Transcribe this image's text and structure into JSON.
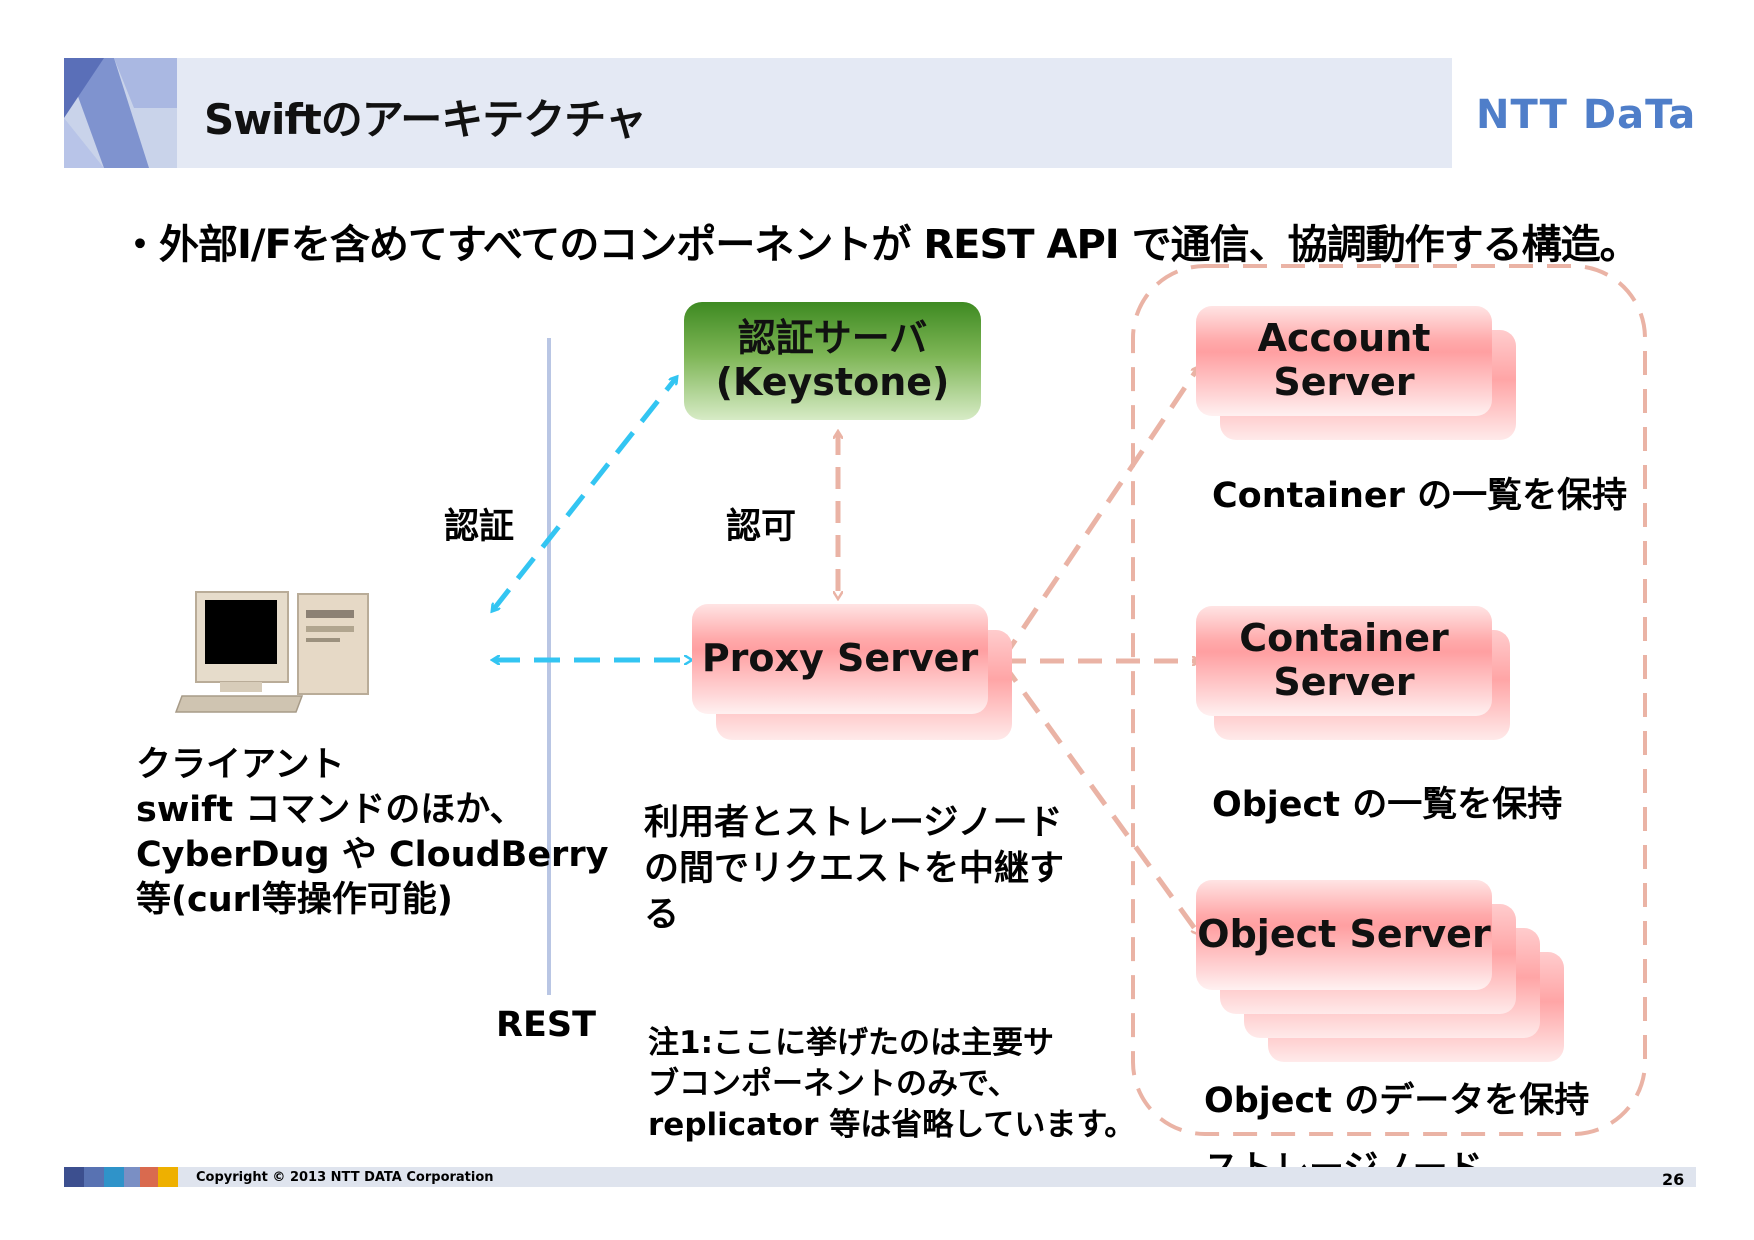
{
  "header": {
    "title": "Swiftのアーキテクチャ",
    "brand": "NTT DaTa"
  },
  "bullet": "・外部I/Fを含めてすべてのコンポーネントが REST API で通信、協調動作する構造。",
  "diagram": {
    "auth_server": {
      "line1": "認証サーバ",
      "line2": "(Keystone)"
    },
    "labels": {
      "auth": "認証",
      "authz": "認可",
      "rest": "REST"
    },
    "client": {
      "lines": [
        "クライアント",
        "swift コマンドのほか、",
        "CyberDug や CloudBerry",
        "等(curl等操作可能)"
      ]
    },
    "proxy": {
      "label": "Proxy Server"
    },
    "proxy_note": [
      "利用者とストレージノード",
      "の間でリクエストを中継す",
      "る"
    ],
    "account": {
      "label": "Account Server",
      "desc": "Container の一覧を保持"
    },
    "container": {
      "line1": "Container",
      "line2": "Server",
      "desc": "Object の一覧を保持"
    },
    "object": {
      "label": "Object Server",
      "desc": "Object のデータを保持"
    },
    "storage_node_label": "ストレージノード",
    "footnote": [
      "注1:ここに挙げたのは主要サ",
      "ブコンポーネントのみで、",
      "replicator 等は省略しています。"
    ]
  },
  "footer": {
    "copyright": "Copyright © 2013 NTT DATA Corporation",
    "page": "26"
  },
  "colors": {
    "cyan_arrow": "#33c5f2",
    "salmon_arrow": "#eab3a5",
    "brand_blue": "#4f7ec9",
    "title_bar": "#e4e9f4"
  }
}
